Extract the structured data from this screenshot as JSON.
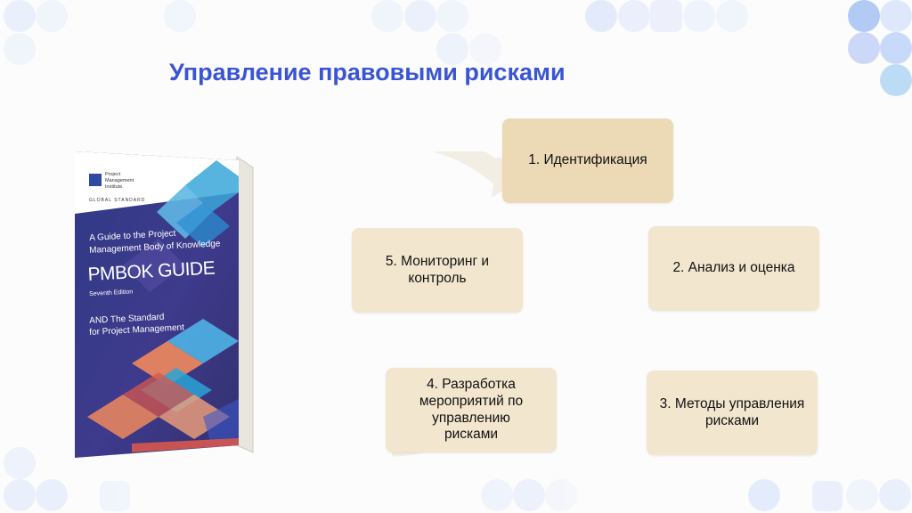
{
  "slide": {
    "title": "Управление правовыми рисками"
  },
  "book": {
    "publisher_line1": "Project",
    "publisher_line2": "Management",
    "publisher_line3": "Institute.",
    "standard_label": "GLOBAL STANDARD",
    "guide_line1": "A Guide to the Project",
    "guide_line2": "Management Body of Knowledge",
    "product_name": "PMBOK GUIDE",
    "edition": "Seventh Edition",
    "and_line1": "AND The Standard",
    "and_line2": "for Project Management"
  },
  "diagram": {
    "steps": [
      {
        "label": "1. Идентификация"
      },
      {
        "label": "2. Анализ и оценка"
      },
      {
        "label": "3. Методы управления рисками"
      },
      {
        "label": "4. Разработка мероприятий по управлению рисками"
      },
      {
        "label": "5. Мониторинг и контроль"
      }
    ]
  },
  "colors": {
    "title": "#3a55d3",
    "node_fill": "#f2e6ce",
    "node_fill_first": "#ecd9b5",
    "cycle_arrow": "#f3eee4",
    "book_cover": "#3b3a85"
  }
}
